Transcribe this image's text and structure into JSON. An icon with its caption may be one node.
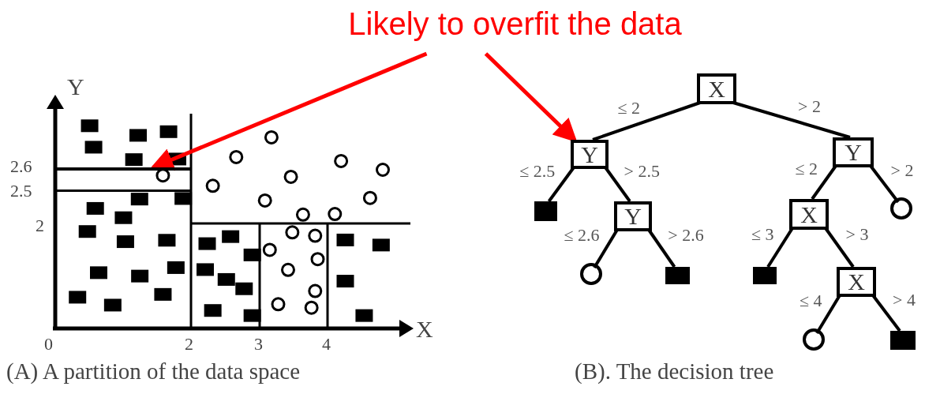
{
  "diagram": {
    "nodes": [
      {
        "text": [
          "Likely to overfit the data"
        ]
      },
      {
        "text": [],
        "shape": "box"
      },
      {
        "text": [
          "X"
        ]
      },
      {
        "text": [
          "Y"
        ]
      },
      {
        "text": [
          "Y"
        ]
      },
      {
        "text": [],
        "shape": "square"
      },
      {
        "text": [
          "Y"
        ]
      },
      {
        "text": [
          "X"
        ]
      },
      {
        "text": [],
        "shape": "circle"
      },
      {
        "text": [],
        "shape": "circle"
      },
      {
        "text": [],
        "shape": "square"
      },
      {
        "text": [],
        "shape": "square"
      },
      {
        "text": [
          "X"
        ]
      },
      {
        "text": [],
        "shape": "circle"
      },
      {
        "text": [],
        "shape": "square"
      }
    ],
    "edges": [
      {
        "from": 0,
        "to": 1,
        "arrow": "to",
        "color": "#ff0000"
      },
      {
        "from": 0,
        "to": 3,
        "arrow": "to",
        "color": "#ff0000"
      },
      {
        "from": 2,
        "to": 3,
        "arrow": "none",
        "label": "≤ 2"
      },
      {
        "from": 2,
        "to": 4,
        "arrow": "none",
        "label": "> 2"
      },
      {
        "from": 3,
        "to": 5,
        "arrow": "none",
        "label": "≤ 2.5"
      },
      {
        "from": 3,
        "to": 6,
        "arrow": "none",
        "label": "> 2.5"
      },
      {
        "from": 4,
        "to": 7,
        "arrow": "none",
        "label": "≤ 2"
      },
      {
        "from": 4,
        "to": 8,
        "arrow": "none",
        "label": "> 2"
      },
      {
        "from": 6,
        "to": 9,
        "arrow": "none",
        "label": "≤ 2.6"
      },
      {
        "from": 6,
        "to": 10,
        "arrow": "none",
        "label": "> 2.6"
      },
      {
        "from": 7,
        "to": 11,
        "arrow": "none",
        "label": "≤ 3"
      },
      {
        "from": 7,
        "to": 12,
        "arrow": "none",
        "label": "> 3"
      },
      {
        "from": 12,
        "to": 13,
        "arrow": "none",
        "label": "≤ 4"
      },
      {
        "from": 12,
        "to": 14,
        "arrow": "none",
        "label": "> 4"
      }
    ],
    "labels": [
      "Y",
      "2.6",
      "2.5",
      "2",
      "0",
      "2",
      "3",
      "4",
      "X",
      "(A) A partition of the data space",
      "(B). The decision tree"
    ]
  }
}
